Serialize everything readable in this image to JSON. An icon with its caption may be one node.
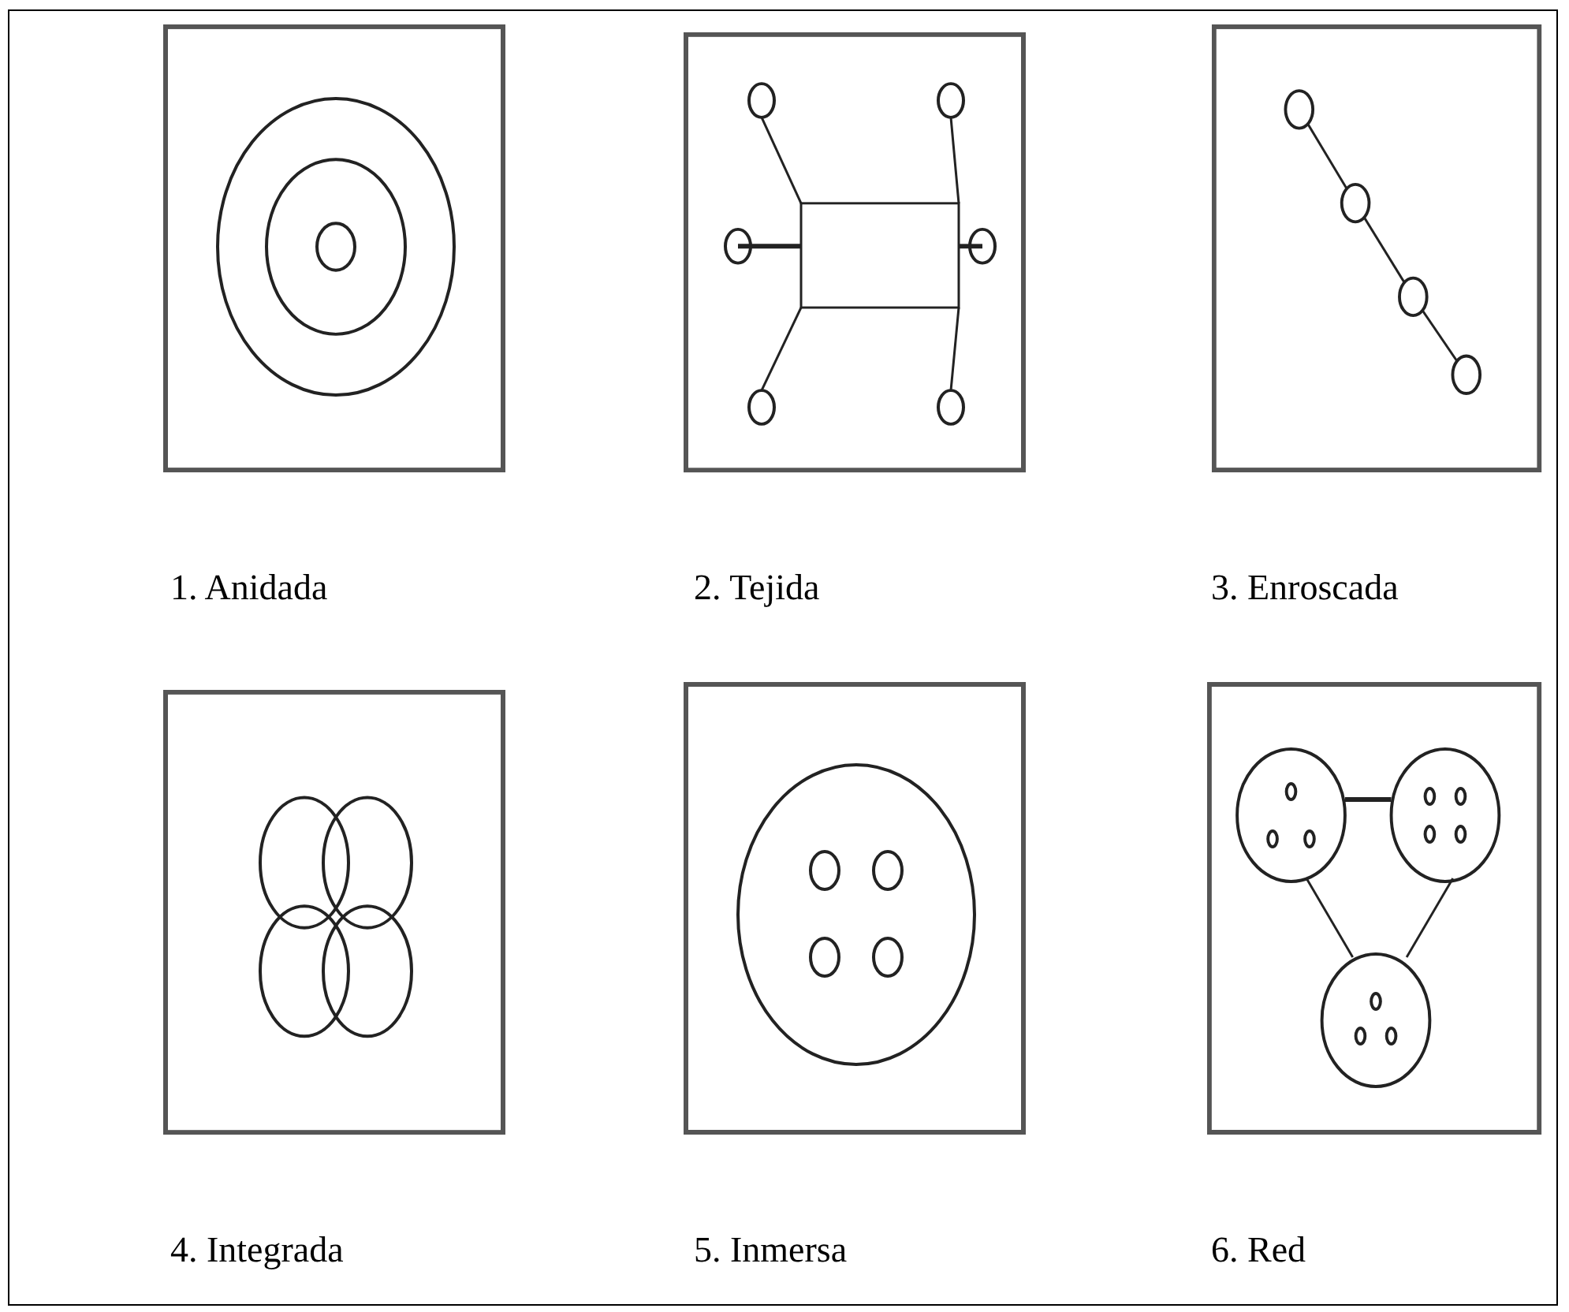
{
  "diagram": {
    "labels": [
      "1. Anidada",
      "2. Tejida",
      "3. Enroscada",
      "4. Integrada",
      "5. Inmersa",
      "6. Red"
    ]
  }
}
